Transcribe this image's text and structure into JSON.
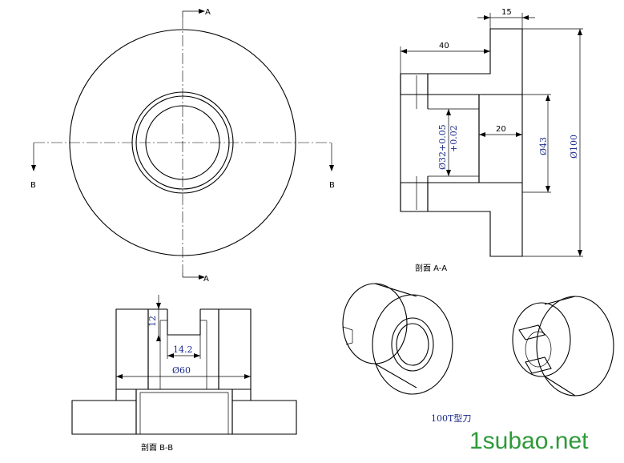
{
  "section_arrows": {
    "a_top": "A",
    "a_bottom": "A",
    "b_left": "B",
    "b_right": "B"
  },
  "section_aa": {
    "dims": {
      "d15": "15",
      "d40": "40",
      "d20": "20",
      "d32": "Ø32+0.05",
      "d32_tol": "+0.02",
      "d43": "Ø43",
      "d100": "Ø100"
    },
    "caption": "剖面 A-A"
  },
  "section_bb": {
    "dims": {
      "d12": "12",
      "d14": "14.2",
      "d60": "Ø60"
    },
    "caption": "剖面 B-B"
  },
  "views_3d": {
    "caption": "100T型刀"
  },
  "watermark": "1subao.net"
}
